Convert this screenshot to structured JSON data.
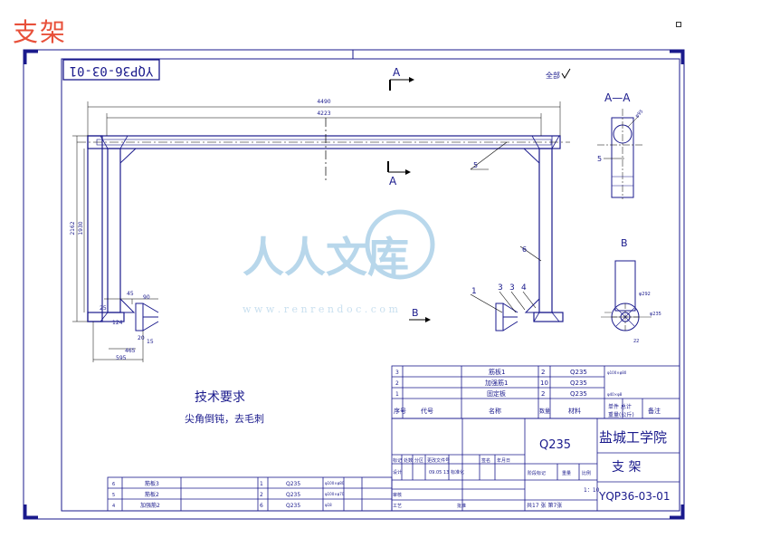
{
  "header_title": "支架",
  "drawing_code_rotated": "YQP36-03-01",
  "section_marker_letter": "A",
  "section_view_title": "A—A",
  "detail_view_title": "B",
  "b_marker_letter": "B",
  "surface_mark_text": "全部",
  "dimensions": {
    "overall_length": "4490",
    "inner_length": "4223",
    "height_outer": "2162",
    "height_inner": "1930",
    "d45": "45",
    "d90": "90",
    "d25": "25",
    "d124": "124",
    "d20": "20",
    "d15": "15",
    "d465": "465",
    "d595": "595",
    "d95": "φ95",
    "d235": "φ235",
    "d292": "φ292",
    "d22": "22"
  },
  "balloons": [
    "1",
    "3",
    "3",
    "4",
    "5",
    "6",
    "5"
  ],
  "tech_req_title": "技术要求",
  "tech_req_text": "尖角倒钝，去毛刺",
  "watermark": {
    "text": "人人文库",
    "url": "w w w . r e n r e n d o c . c o m"
  },
  "bom_upper": [
    {
      "no": "3",
      "name": "筋板1",
      "qty": "2",
      "material": "Q235"
    },
    {
      "no": "2",
      "name": "加强筋1",
      "qty": "10",
      "material": "Q235"
    },
    {
      "no": "1",
      "name": "固定板",
      "qty": "2",
      "material": "Q235"
    }
  ],
  "bom_upper_notes": [
    "φ100×φ80",
    "φ40×φ8"
  ],
  "bom_header": {
    "no": "序号",
    "code": "代号",
    "name": "名称",
    "qty": "数量",
    "material": "材料",
    "weight": "单件 总计",
    "weight_sub": "重量(公斤)",
    "remark": "备注"
  },
  "bom_lower": [
    {
      "no": "6",
      "name": "筋板3",
      "qty": "1",
      "material": "Q235",
      "note": "φ100×φ80"
    },
    {
      "no": "5",
      "name": "筋板2",
      "qty": "2",
      "material": "Q235",
      "note": "φ100×φ70"
    },
    {
      "no": "4",
      "name": "加强筋2",
      "qty": "6",
      "material": "Q235",
      "note": "φ18"
    }
  ],
  "title_block": {
    "material": "Q235",
    "school": "盐城工学院",
    "part_name": "支  架",
    "drawing_no": "YQP36-03-01",
    "labels_row1": [
      "标记",
      "处数",
      "分区",
      "更改文件号",
      "签名",
      "年月日"
    ],
    "design": "设计",
    "std": "标准化",
    "stage_labels": [
      "阶段标记",
      "重量",
      "比例"
    ],
    "scale": "1：10",
    "review": "审核",
    "process": "工艺",
    "approve": "批准",
    "sheets": "共17 张  第7张",
    "date_stamp": "09.05 13"
  }
}
